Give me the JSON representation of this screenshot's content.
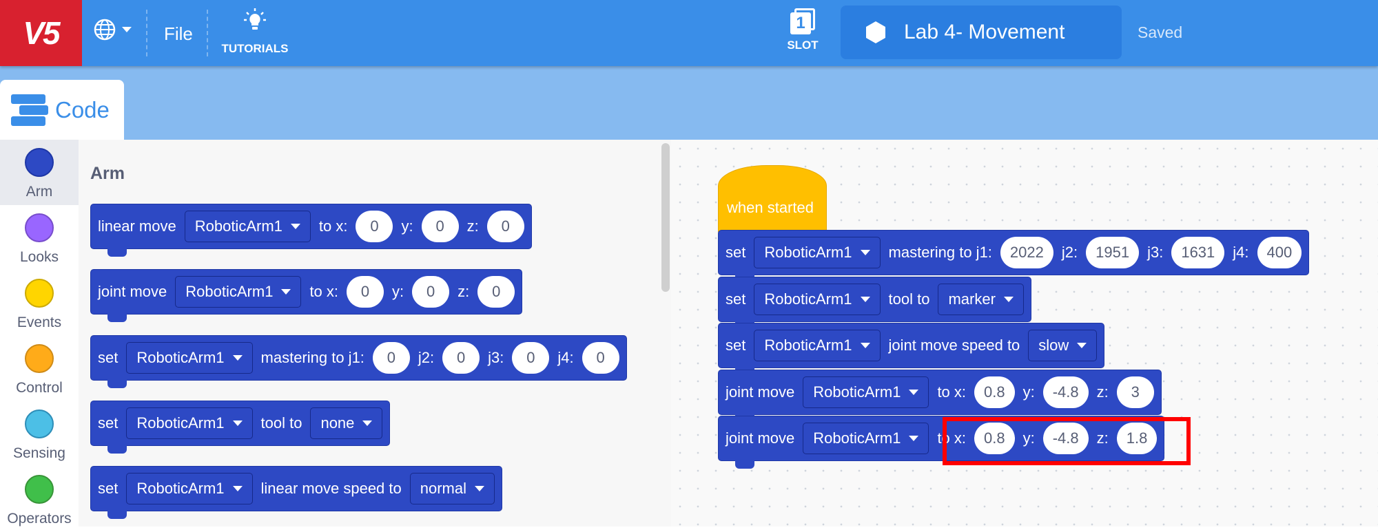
{
  "topbar": {
    "logo": "V5",
    "file_label": "File",
    "tutorials_label": "TUTORIALS",
    "slot_number": "1",
    "slot_label": "SLOT",
    "project_name": "Lab 4- Movement",
    "save_status": "Saved"
  },
  "tabs": {
    "code_label": "Code"
  },
  "categories": [
    {
      "label": "Arm",
      "color": "#2d49c4",
      "active": true
    },
    {
      "label": "Looks",
      "color": "#9966ff"
    },
    {
      "label": "Events",
      "color": "#ffd500"
    },
    {
      "label": "Control",
      "color": "#ffab19"
    },
    {
      "label": "Sensing",
      "color": "#4cbfe6"
    },
    {
      "label": "Operators",
      "color": "#40bf4a"
    }
  ],
  "palette": {
    "title": "Arm",
    "linear_move": {
      "cmd": "linear move",
      "arm": "RoboticArm1",
      "to_x": "to x:",
      "x": "0",
      "y_label": "y:",
      "y": "0",
      "z_label": "z:",
      "z": "0"
    },
    "joint_move": {
      "cmd": "joint move",
      "arm": "RoboticArm1",
      "to_x": "to x:",
      "x": "0",
      "y_label": "y:",
      "y": "0",
      "z_label": "z:",
      "z": "0"
    },
    "mastering": {
      "cmd": "set",
      "arm": "RoboticArm1",
      "text": "mastering to j1:",
      "j1": "0",
      "j2_label": "j2:",
      "j2": "0",
      "j3_label": "j3:",
      "j3": "0",
      "j4_label": "j4:",
      "j4": "0"
    },
    "tool": {
      "cmd": "set",
      "arm": "RoboticArm1",
      "text": "tool to",
      "value": "none"
    },
    "linear_speed": {
      "cmd": "set",
      "arm": "RoboticArm1",
      "text": "linear move speed to",
      "value": "normal"
    }
  },
  "script": {
    "hat": "when started",
    "mastering": {
      "cmd": "set",
      "arm": "RoboticArm1",
      "text": "mastering to j1:",
      "j1": "2022",
      "j2_label": "j2:",
      "j2": "1951",
      "j3_label": "j3:",
      "j3": "1631",
      "j4_label": "j4:",
      "j4": "400"
    },
    "tool": {
      "cmd": "set",
      "arm": "RoboticArm1",
      "text": "tool to",
      "value": "marker"
    },
    "speed": {
      "cmd": "set",
      "arm": "RoboticArm1",
      "text": "joint move speed to",
      "value": "slow"
    },
    "move1": {
      "cmd": "joint move",
      "arm": "RoboticArm1",
      "to_x": "to x:",
      "x": "0.8",
      "y_label": "y:",
      "y": "-4.8",
      "z_label": "z:",
      "z": "3"
    },
    "move2": {
      "cmd": "joint move",
      "arm": "RoboticArm1",
      "to_x": "to x:",
      "x": "0.8",
      "y_label": "y:",
      "y": "-4.8",
      "z_label": "z:",
      "z": "1.8"
    }
  },
  "colors": {
    "topbar": "#3a8ee8",
    "logo_bg": "#d8212f",
    "arm_block": "#2d49c4",
    "event_block": "#ffbf00",
    "highlight": "#ff0000"
  }
}
